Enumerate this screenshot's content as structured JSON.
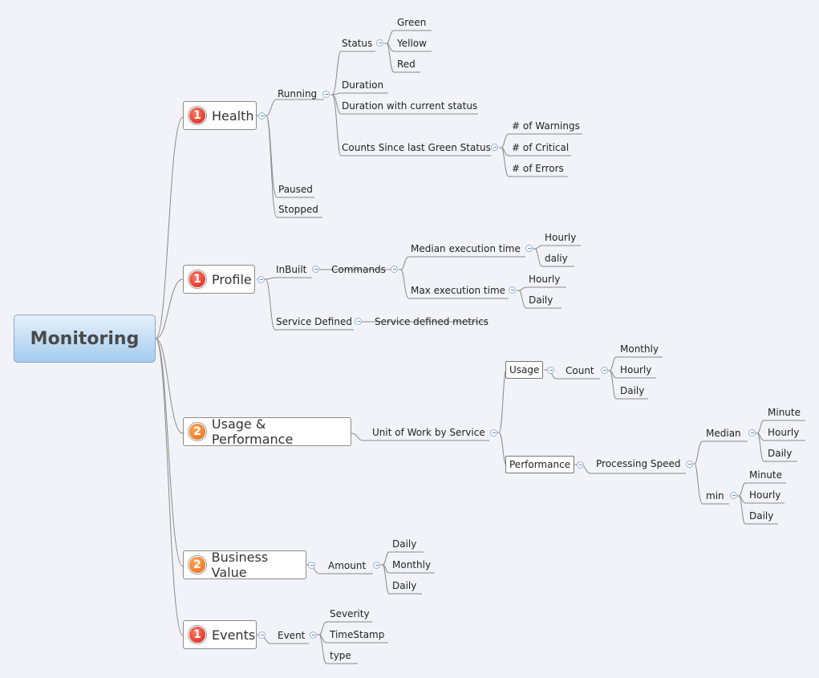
{
  "root": {
    "label": "Monitoring"
  },
  "branches": {
    "health": {
      "label": "Health",
      "priority": "1"
    },
    "profile": {
      "label": "Profile",
      "priority": "1"
    },
    "usage_perf": {
      "label": "Usage & Performance",
      "priority": "2"
    },
    "business": {
      "label": "Business Value",
      "priority": "2"
    },
    "events": {
      "label": "Events",
      "priority": "1"
    }
  },
  "health": {
    "running": "Running",
    "status": "Status",
    "green": "Green",
    "yellow": "Yellow",
    "red": "Red",
    "duration": "Duration",
    "duration_current": "Duration with current status",
    "counts": "Counts Since last Green Status",
    "warnings": "# of Warnings",
    "critical": "# of Critical",
    "errors": "# of Errors",
    "paused": "Paused",
    "stopped": "Stopped"
  },
  "profile": {
    "inbuilt": "InBuilt",
    "commands": "Commands",
    "median": "Median execution time",
    "median_hourly": "Hourly",
    "median_daily": "daliy",
    "max": "Max execution time",
    "max_hourly": "Hourly",
    "max_daily": "Daily",
    "service_defined": "Service Defined",
    "service_metrics": "Service defined metrics"
  },
  "usage": {
    "unit_of_work": "Unit of Work by Service",
    "usage": "Usage",
    "count": "Count",
    "monthly": "Monthly",
    "hourly": "Hourly",
    "daily": "Daily",
    "performance": "Performance",
    "processing_speed": "Processing Speed",
    "median": "Median",
    "median_minute": "Minute",
    "median_hourly": "Hourly",
    "median_daily": "Daily",
    "min": "min",
    "min_minute": "Minute",
    "min_hourly": "Hourly",
    "min_daily": "Daily"
  },
  "business": {
    "amount": "Amount",
    "daily1": "Daily",
    "monthly": "Monthly",
    "daily2": "Daily"
  },
  "events": {
    "event": "Event",
    "severity": "Severity",
    "timestamp": "TimeStamp",
    "type": "type"
  },
  "colors": {
    "background": "#f2f3f8",
    "root_gradient_top": "#e6f1fb",
    "root_gradient_bottom": "#a4ccef",
    "priority_red": "#d61f10",
    "priority_orange": "#e86511",
    "connector": "#888888",
    "collapse_icon": "#5d8ac8"
  },
  "icons": [
    "priority-1-icon",
    "priority-2-icon",
    "collapse-icon"
  ]
}
